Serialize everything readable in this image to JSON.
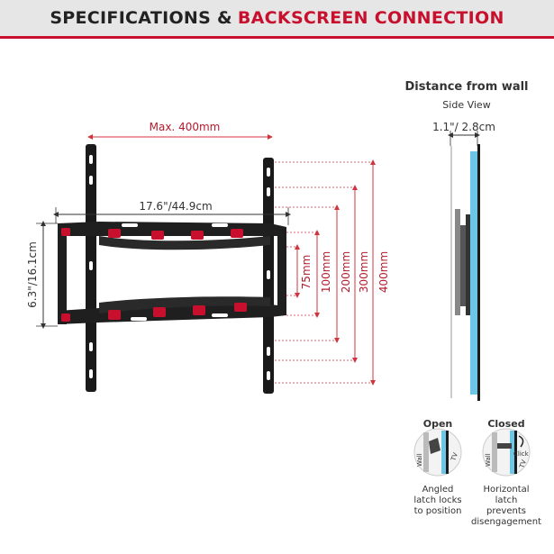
{
  "header": {
    "title_part1": "SPECIFICATIONS &",
    "title_part2": "BACKSCREEN CONNECTION"
  },
  "colors": {
    "accent": "#c8102e",
    "dimension_line": "#d0343f",
    "bracket": "#1a1a1a",
    "screen": "#6ec6e6"
  },
  "front_view": {
    "max_width_label": "Max. 400mm",
    "width_label": "17.6\"/44.9cm",
    "height_label": "6.3\"/16.1cm",
    "vesa_labels": [
      "75mm",
      "100mm",
      "200mm",
      "300mm",
      "400mm"
    ]
  },
  "side_view": {
    "title": "Distance from wall",
    "subtitle": "Side View",
    "depth_label": "1.1\"/ 2.8cm"
  },
  "latch": {
    "open": {
      "title": "Open",
      "desc_line1": "Angled",
      "desc_line2": "latch locks",
      "desc_line3": "to position",
      "wall_label": "Wall",
      "tv_label": "TV"
    },
    "closed": {
      "title": "Closed",
      "desc_line1": "Horizontal",
      "desc_line2": "latch",
      "desc_line3": "prevents",
      "desc_line4": "disengagement",
      "wall_label": "Wall",
      "tv_label": "TV",
      "click_label": "Click"
    }
  }
}
